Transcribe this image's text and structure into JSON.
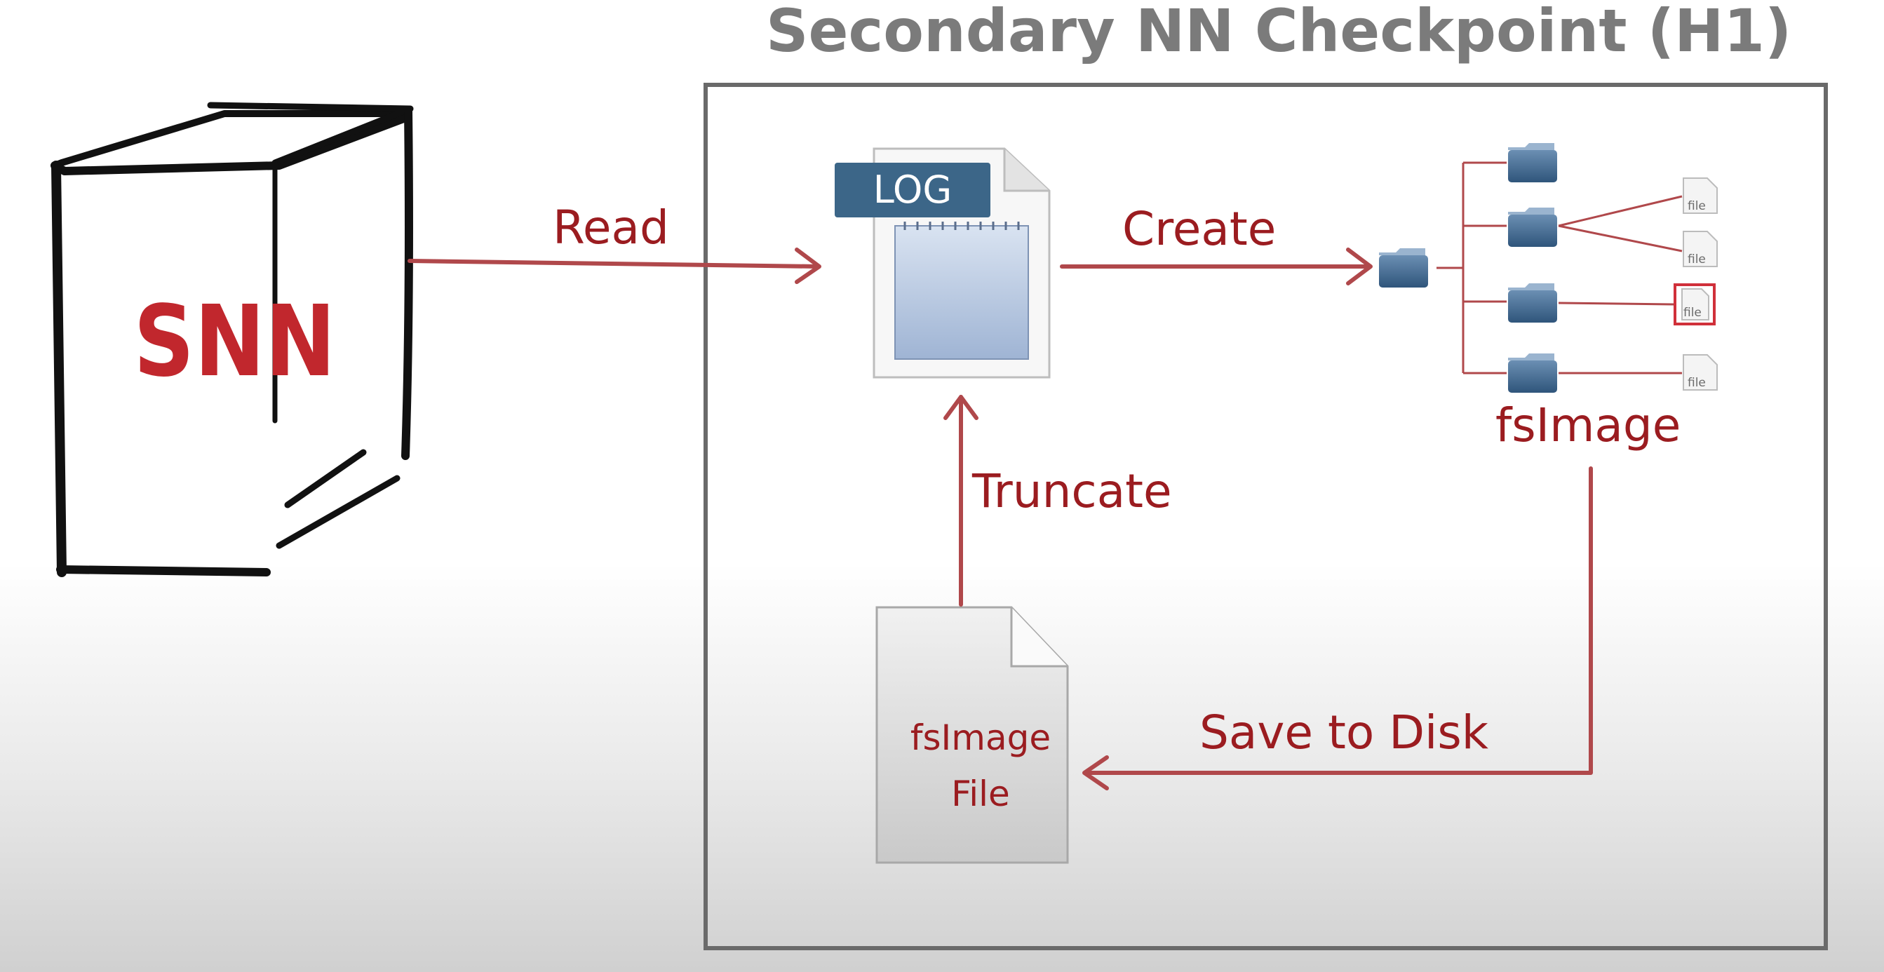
{
  "title": "Secondary NN Checkpoint (H1)",
  "server": {
    "label": "SNN"
  },
  "log_icon": {
    "label": "LOG"
  },
  "fsimage_file": {
    "line1": "fsImage",
    "line2": "File"
  },
  "fsimage_tree": {
    "label": "fsImage",
    "file_tag": "file"
  },
  "edges": {
    "read": "Read",
    "create": "Create",
    "truncate": "Truncate",
    "save": "Save to Disk"
  },
  "colors": {
    "arrow": "#b0484b",
    "label": "#9b1c20",
    "snn_text": "#c1272d",
    "frame": "#6a6a6a",
    "title": "#7b7b7b",
    "log_badge": "#3c6688",
    "folder": "#3f6a90"
  },
  "icons": [
    "server-box-icon",
    "log-document-icon",
    "folder-icon",
    "file-icon",
    "document-icon"
  ]
}
